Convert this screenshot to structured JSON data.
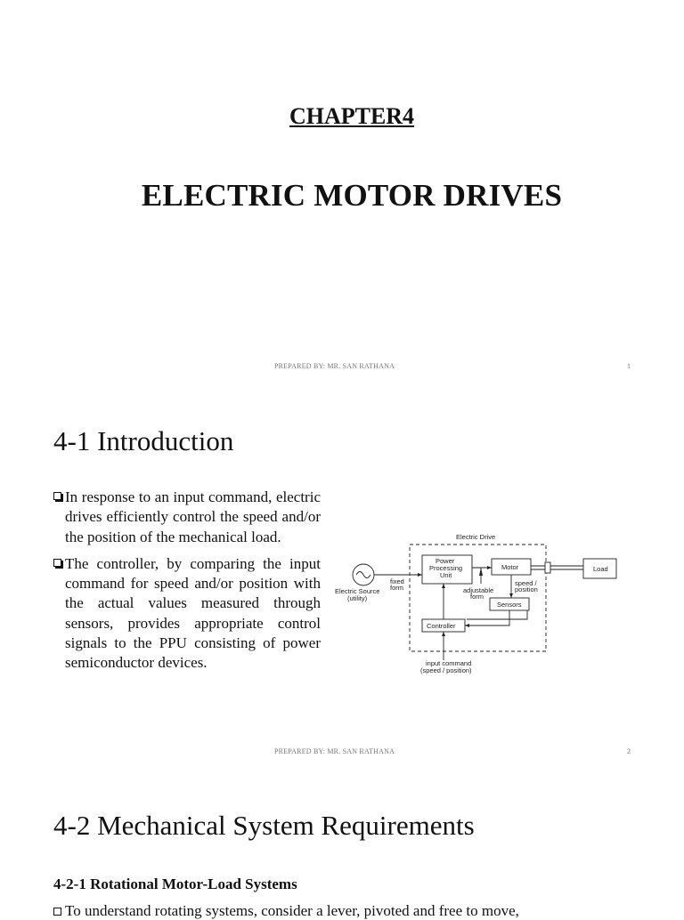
{
  "slide1": {
    "chapter": "CHAPTER4",
    "title": "ELECTRIC MOTOR DRIVES",
    "footer": "PREPARED BY: MR. SAN RATHANA",
    "page": "1"
  },
  "slide2": {
    "heading": "4-1 Introduction",
    "bullets": [
      "In response to an input command, electric drives efficiently control the speed and/or the position of the mechanical load.",
      "The controller, by comparing the input command for speed and/or position with the actual values measured through sensors, provides appropriate control signals to the PPU consisting of power semiconductor devices."
    ],
    "diagram": {
      "electric_drive": "Electric Drive",
      "electric_source": "Electric Source",
      "utility": "(utility)",
      "fixed": "fixed",
      "form": "form",
      "ppu_line1": "Power",
      "ppu_line2": "Processing",
      "ppu_line3": "Unit",
      "motor": "Motor",
      "load": "Load",
      "adjustable": "adjustable",
      "adjustable_form": "form",
      "speed": "speed /",
      "position": "position",
      "sensors": "Sensors",
      "controller": "Controller",
      "input_command": "input command",
      "speed_position": "(speed / position)"
    },
    "footer": "PREPARED BY: MR. SAN RATHANA",
    "page": "2"
  },
  "slide3": {
    "heading": "4-2 Mechanical System Requirements",
    "subheading": "4-2-1 Rotational Motor-Load Systems",
    "cut_text": "To understand rotating systems, consider a lever, pivoted and free to move,"
  }
}
